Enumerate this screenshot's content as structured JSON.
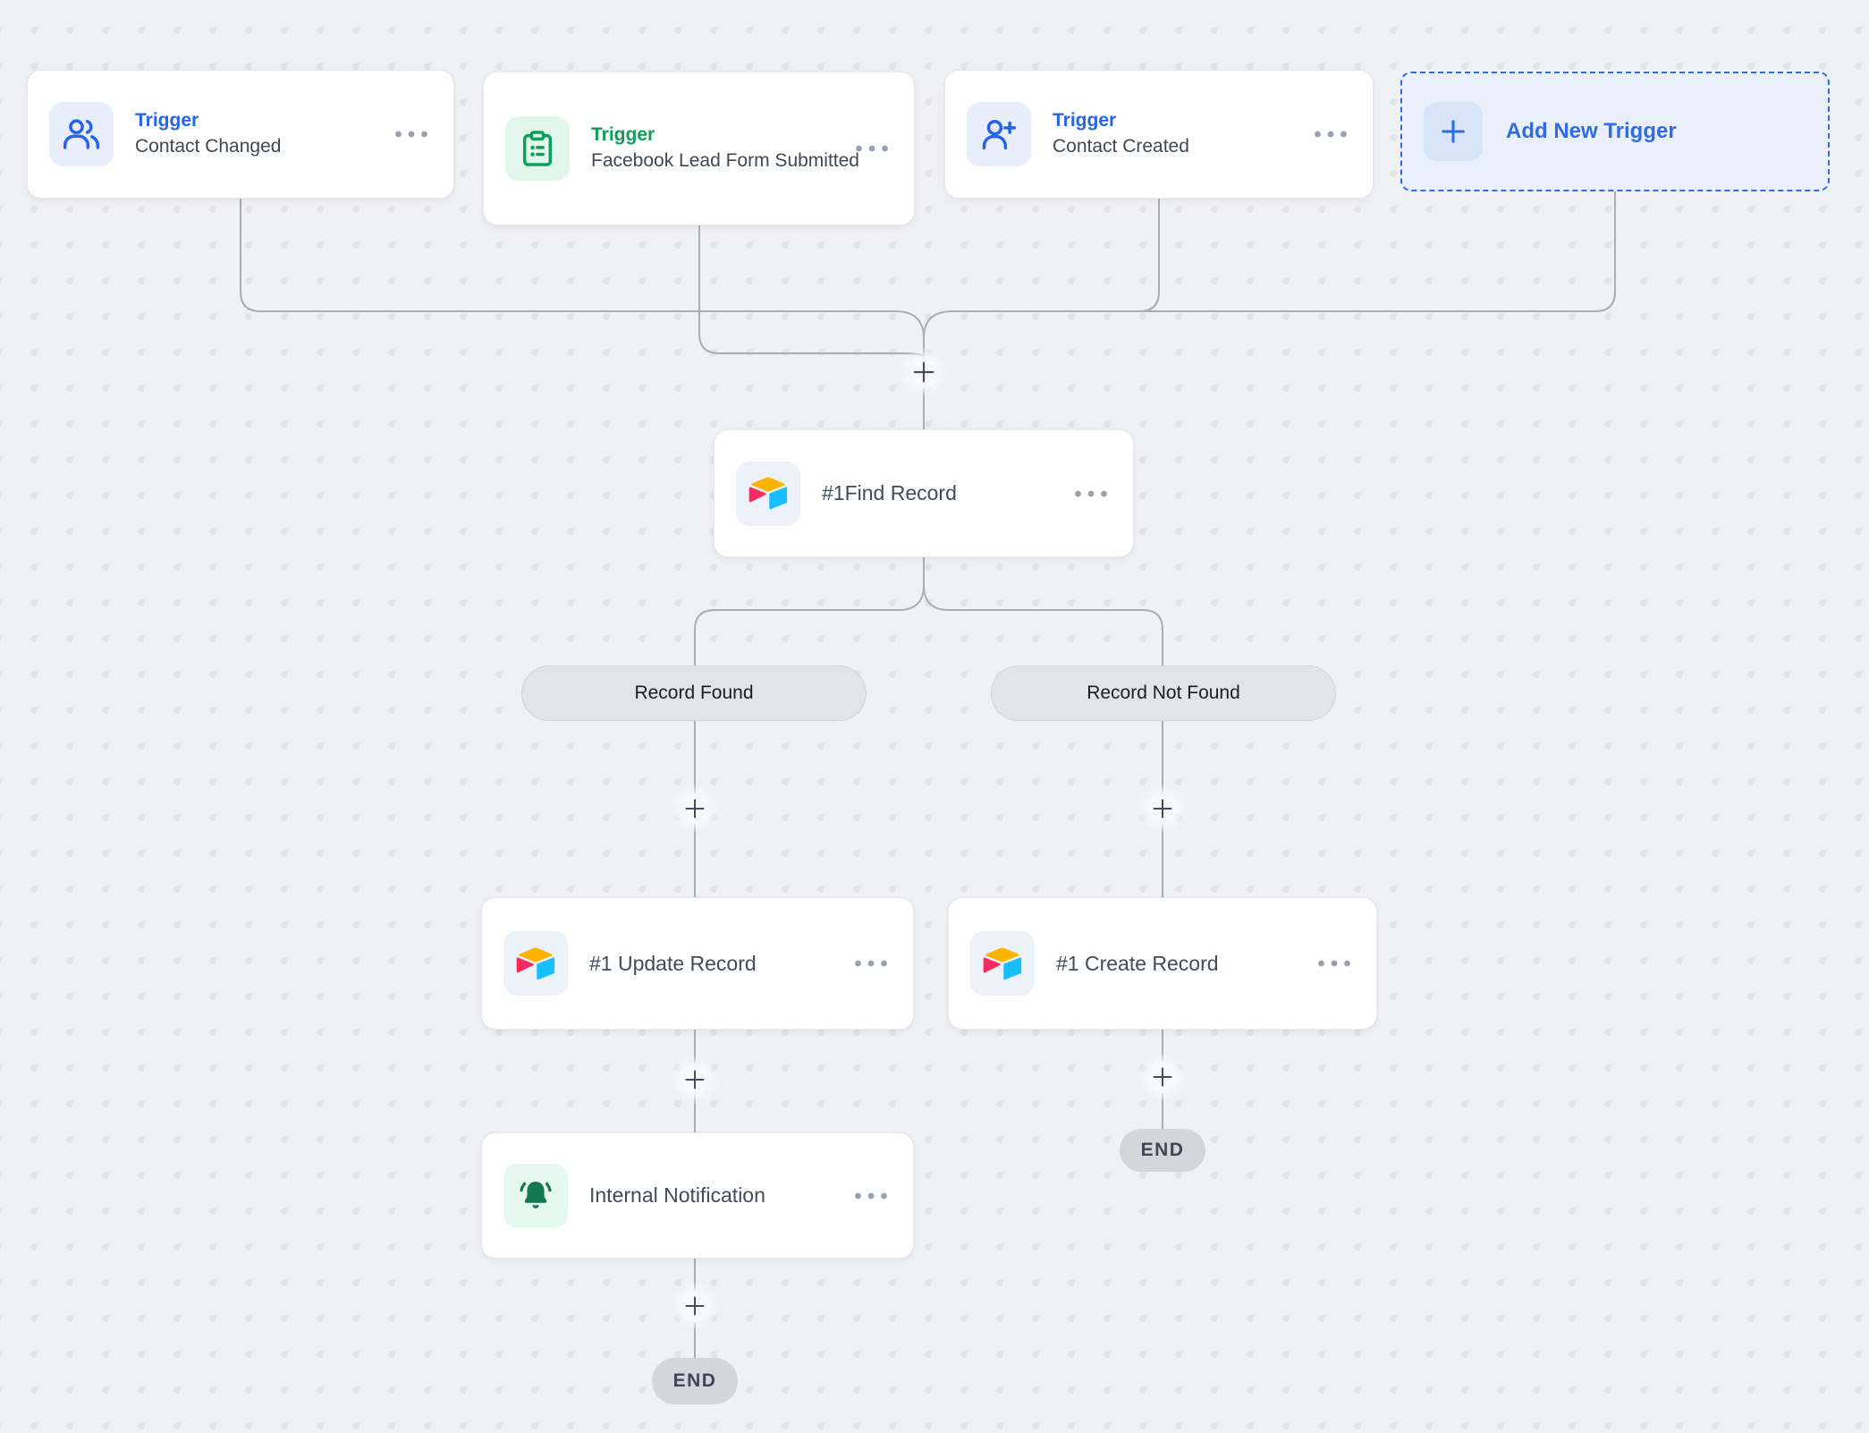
{
  "canvas": {
    "background": "#f0f1f5",
    "dot_color": "#e2e4e8",
    "connector_color": "#a9aeb6"
  },
  "colors": {
    "trigger_blue": "#2563eb",
    "trigger_green": "#0f9d58",
    "add_trigger_blue": "#2e6be5",
    "airtable_yellow": "#FCB400",
    "airtable_blue": "#18BFFF",
    "airtable_pink": "#F82B60",
    "bell_green": "#15794f",
    "plus_dark": "#434e61"
  },
  "triggers": [
    {
      "label": "Trigger",
      "title": "Contact Changed",
      "icon": "users-icon",
      "accent": "blue"
    },
    {
      "label": "Trigger",
      "title": "Facebook Lead Form Submitted",
      "icon": "clipboard-list-icon",
      "accent": "green"
    },
    {
      "label": "Trigger",
      "title": "Contact Created",
      "icon": "user-plus-icon",
      "accent": "blue"
    }
  ],
  "add_trigger": {
    "label": "Add New Trigger",
    "icon": "plus-icon"
  },
  "actions": {
    "find_record": {
      "title": "#1Find Record",
      "icon": "airtable-logo"
    },
    "update_record": {
      "title": "#1 Update Record",
      "icon": "airtable-logo"
    },
    "create_record": {
      "title": "#1 Create Record",
      "icon": "airtable-logo"
    },
    "internal_notification": {
      "title": "Internal Notification",
      "icon": "bell-icon"
    }
  },
  "branch_labels": {
    "found": "Record Found",
    "not_found": "Record Not Found"
  },
  "end_labels": {
    "after_create": "END",
    "after_notification": "END"
  },
  "menu_icon": "ellipsis-icon"
}
